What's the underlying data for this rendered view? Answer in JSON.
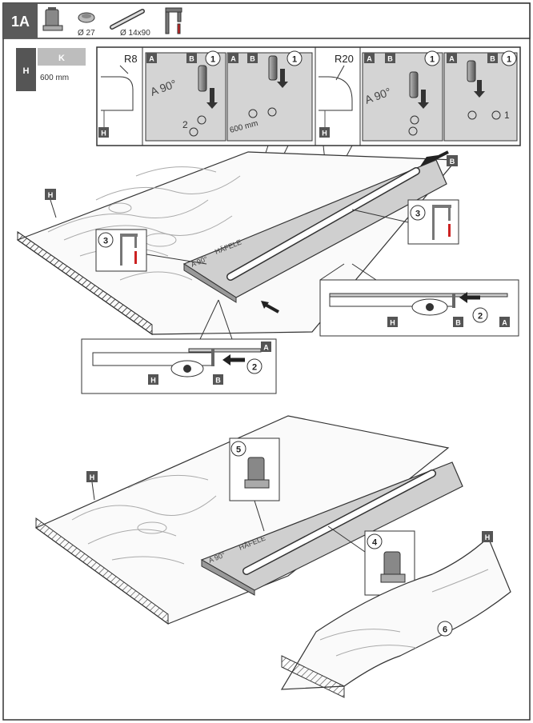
{
  "step": {
    "number": "1A"
  },
  "tools": {
    "hinge_diameter": "Ø 27",
    "dowel_size": "Ø 14x90"
  },
  "legend": {
    "h": "H",
    "k": "K",
    "length": "600 mm"
  },
  "callouts": {
    "a": "A",
    "b": "B",
    "h": "H",
    "n1": "1",
    "n2": "2",
    "n3": "3",
    "n4": "4",
    "n5": "5",
    "n6": "6"
  },
  "detail": {
    "radius_small": "R8",
    "radius_large": "R20",
    "angle": "A 90°",
    "length_label": "600 mm",
    "pos1": "1",
    "pos2": "2"
  },
  "template": {
    "brand": "HÄFELE",
    "angle": "A 90°"
  }
}
